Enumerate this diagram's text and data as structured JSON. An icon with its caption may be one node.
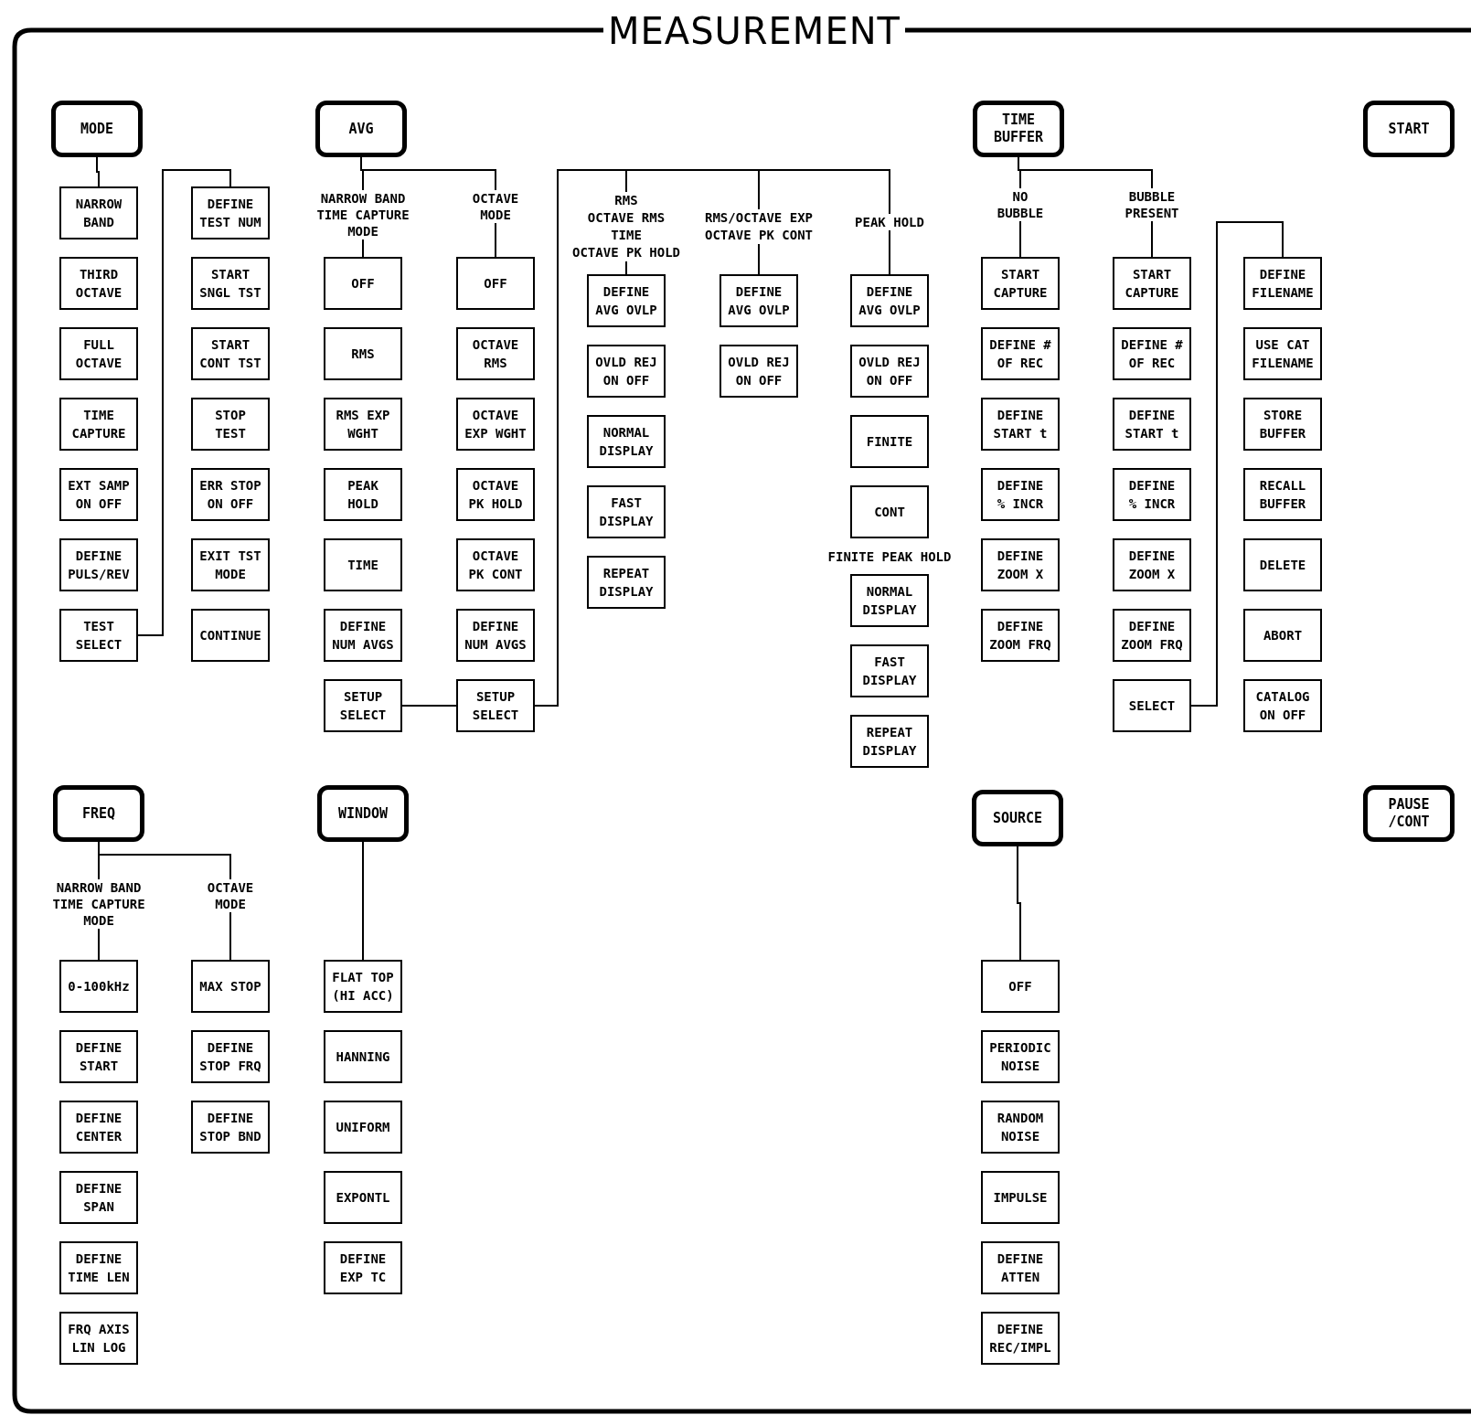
{
  "diagram": {
    "title": "MEASUREMENT",
    "nodes": [
      {
        "text": [
          "MODE"
        ]
      },
      {
        "text": [
          "NARROW BAND"
        ]
      },
      {
        "text": [
          "THIRD OCTAVE"
        ]
      },
      {
        "text": [
          "FULL OCTAVE"
        ]
      },
      {
        "text": [
          "TIME CAPTURE"
        ]
      },
      {
        "text": [
          "EXT SAMP ON OFF"
        ]
      },
      {
        "text": [
          "DEFINE PULS/REV"
        ]
      },
      {
        "text": [
          "TEST SELECT"
        ]
      },
      {
        "text": [
          "DEFINE TEST NUM"
        ]
      },
      {
        "text": [
          "START SNGL TST"
        ]
      },
      {
        "text": [
          "START CONT TST"
        ]
      },
      {
        "text": [
          "STOP TEST"
        ]
      },
      {
        "text": [
          "ERR STOP ON OFF"
        ]
      },
      {
        "text": [
          "EXIT TST MODE"
        ]
      },
      {
        "text": [
          "CONTINUE"
        ]
      },
      {
        "text": [
          "AVG"
        ]
      },
      {
        "text": [
          "NARROW BAND TIME CAPTURE MODE"
        ]
      },
      {
        "text": [
          "OCTAVE MODE"
        ]
      },
      {
        "text": [
          "OFF"
        ]
      },
      {
        "text": [
          "RMS"
        ]
      },
      {
        "text": [
          "RMS EXP WGHT"
        ]
      },
      {
        "text": [
          "PEAK HOLD"
        ]
      },
      {
        "text": [
          "TIME"
        ]
      },
      {
        "text": [
          "DEFINE NUM AVGS"
        ]
      },
      {
        "text": [
          "SETUP SELECT"
        ]
      },
      {
        "text": [
          "OFF"
        ]
      },
      {
        "text": [
          "OCTAVE RMS"
        ]
      },
      {
        "text": [
          "OCTAVE EXP WGHT"
        ]
      },
      {
        "text": [
          "OCTAVE PK HOLD"
        ]
      },
      {
        "text": [
          "OCTAVE PK CONT"
        ]
      },
      {
        "text": [
          "DEFINE NUM AVGS"
        ]
      },
      {
        "text": [
          "SETUP SELECT"
        ]
      },
      {
        "text": [
          "RMS",
          "OCTAVE RMS",
          "TIME",
          "OCTAVE PK HOLD"
        ]
      },
      {
        "text": [
          "RMS/OCTAVE EXP",
          "OCTAVE PK CONT"
        ]
      },
      {
        "text": [
          "PEAK HOLD"
        ]
      },
      {
        "text": [
          "DEFINE AVG OVLP"
        ]
      },
      {
        "text": [
          "OVLD REJ ON OFF"
        ]
      },
      {
        "text": [
          "NORMAL DISPLAY"
        ]
      },
      {
        "text": [
          "FAST DISPLAY"
        ]
      },
      {
        "text": [
          "REPEAT DISPLAY"
        ]
      },
      {
        "text": [
          "DEFINE AVG OVLP"
        ]
      },
      {
        "text": [
          "OVLD REJ ON OFF"
        ]
      },
      {
        "text": [
          "DEFINE AVG OVLP"
        ]
      },
      {
        "text": [
          "OVLD REJ ON OFF"
        ]
      },
      {
        "text": [
          "FINITE"
        ]
      },
      {
        "text": [
          "CONT"
        ]
      },
      {
        "text": [
          "NORMAL DISPLAY"
        ]
      },
      {
        "text": [
          "FAST DISPLAY"
        ]
      },
      {
        "text": [
          "REPEAT DISPLAY"
        ]
      },
      {
        "text": [
          "TIME BUFFER"
        ]
      },
      {
        "text": [
          "NO BUBBLE"
        ]
      },
      {
        "text": [
          "BUBBLE PRESENT"
        ]
      },
      {
        "text": [
          "START CAPTURE"
        ]
      },
      {
        "text": [
          "DEFINE # OF REC"
        ]
      },
      {
        "text": [
          "DEFINE START t"
        ]
      },
      {
        "text": [
          "DEFINE % INCR"
        ]
      },
      {
        "text": [
          "DEFINE ZOOM X"
        ]
      },
      {
        "text": [
          "DEFINE ZOOM FRQ"
        ]
      },
      {
        "text": [
          "START CAPTURE"
        ]
      },
      {
        "text": [
          "DEFINE # OF REC"
        ]
      },
      {
        "text": [
          "DEFINE START t"
        ]
      },
      {
        "text": [
          "DEFINE % INCR"
        ]
      },
      {
        "text": [
          "DEFINE ZOOM X"
        ]
      },
      {
        "text": [
          "DEFINE ZOOM FRQ"
        ]
      },
      {
        "text": [
          "SELECT"
        ]
      },
      {
        "text": [
          "DEFINE FILENAME"
        ]
      },
      {
        "text": [
          "USE CAT FILENAME"
        ]
      },
      {
        "text": [
          "STORE BUFFER"
        ]
      },
      {
        "text": [
          "RECALL BUFFER"
        ]
      },
      {
        "text": [
          "DELETE"
        ]
      },
      {
        "text": [
          "ABORT"
        ]
      },
      {
        "text": [
          "CATALOG ON OFF"
        ]
      },
      {
        "text": [
          "START"
        ]
      },
      {
        "text": [
          "FREQ"
        ]
      },
      {
        "text": [
          "NARROW BAND TIME CAPTURE MODE"
        ]
      },
      {
        "text": [
          "OCTAVE MODE"
        ]
      },
      {
        "text": [
          "0-100kHz"
        ]
      },
      {
        "text": [
          "DEFINE START"
        ]
      },
      {
        "text": [
          "DEFINE CENTER"
        ]
      },
      {
        "text": [
          "DEFINE SPAN"
        ]
      },
      {
        "text": [
          "DEFINE TIME LEN"
        ]
      },
      {
        "text": [
          "FRQ AXIS LIN LOG"
        ]
      },
      {
        "text": [
          "MAX STOP"
        ]
      },
      {
        "text": [
          "DEFINE STOP FRQ"
        ]
      },
      {
        "text": [
          "DEFINE STOP BND"
        ]
      },
      {
        "text": [
          "WINDOW"
        ]
      },
      {
        "text": [
          "FLAT TOP (HI ACC)"
        ]
      },
      {
        "text": [
          "HANNING"
        ]
      },
      {
        "text": [
          "UNIFORM"
        ]
      },
      {
        "text": [
          "EXPONTL"
        ]
      },
      {
        "text": [
          "DEFINE EXP TC"
        ]
      },
      {
        "text": [
          "SOURCE"
        ]
      },
      {
        "text": [
          "OFF"
        ]
      },
      {
        "text": [
          "PERIODIC NOISE"
        ]
      },
      {
        "text": [
          "RANDOM NOISE"
        ]
      },
      {
        "text": [
          "IMPULSE"
        ]
      },
      {
        "text": [
          "DEFINE ATTEN"
        ]
      },
      {
        "text": [
          "DEFINE REC/IMPL"
        ]
      },
      {
        "text": [
          "PAUSE /CONT"
        ]
      }
    ],
    "edges": [
      {
        "from": 0,
        "to": 1,
        "arrow": "none"
      },
      {
        "from": 7,
        "to": 8,
        "arrow": "none"
      },
      {
        "from": 15,
        "to": 16,
        "arrow": "none"
      },
      {
        "from": 15,
        "to": 17,
        "arrow": "none"
      },
      {
        "from": 16,
        "to": 18,
        "arrow": "none"
      },
      {
        "from": 17,
        "to": 25,
        "arrow": "none"
      },
      {
        "from": 24,
        "to": 31,
        "arrow": "none"
      },
      {
        "from": 31,
        "to": 32,
        "arrow": "none"
      },
      {
        "from": 31,
        "to": 33,
        "arrow": "none"
      },
      {
        "from": 31,
        "to": 34,
        "arrow": "none"
      },
      {
        "from": 32,
        "to": 35,
        "arrow": "none"
      },
      {
        "from": 33,
        "to": 40,
        "arrow": "none"
      },
      {
        "from": 34,
        "to": 42,
        "arrow": "none"
      },
      {
        "from": 49,
        "to": 50,
        "arrow": "none"
      },
      {
        "from": 49,
        "to": 51,
        "arrow": "none"
      },
      {
        "from": 50,
        "to": 52,
        "arrow": "none"
      },
      {
        "from": 51,
        "to": 58,
        "arrow": "none"
      },
      {
        "from": 64,
        "to": 65,
        "arrow": "none"
      },
      {
        "from": 73,
        "to": 74,
        "arrow": "none"
      },
      {
        "from": 73,
        "to": 75,
        "arrow": "none"
      },
      {
        "from": 74,
        "to": 76,
        "arrow": "none"
      },
      {
        "from": 75,
        "to": 82,
        "arrow": "none"
      },
      {
        "from": 85,
        "to": 86,
        "arrow": "none"
      },
      {
        "from": 91,
        "to": 92,
        "arrow": "none"
      }
    ],
    "labels": [
      "FINITE PEAK HOLD"
    ]
  }
}
